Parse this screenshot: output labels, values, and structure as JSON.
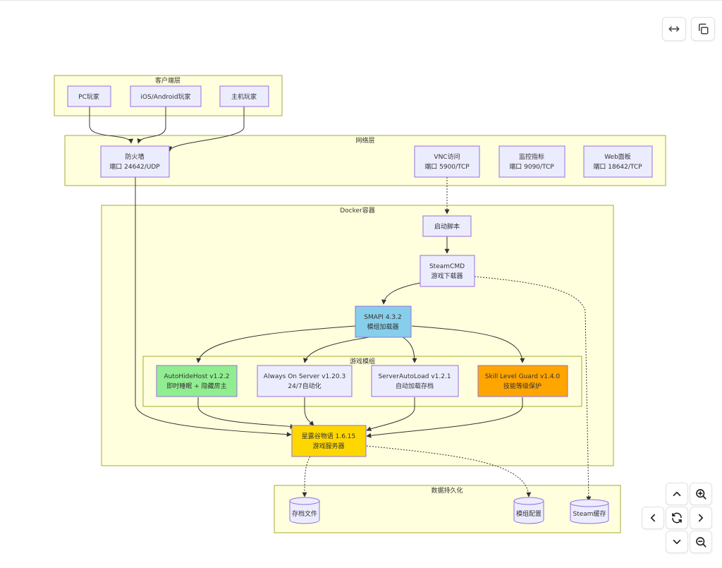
{
  "groups": {
    "client": "客户端层",
    "network": "网络层",
    "docker": "Docker容器",
    "mods": "游戏模组",
    "persistence": "数据持久化"
  },
  "nodes": {
    "pc_player": [
      "PC玩家"
    ],
    "mobile_player": [
      "iOS/Android玩家"
    ],
    "console_player": [
      "主机玩家"
    ],
    "firewall": [
      "防火墙",
      "端口 24642/UDP"
    ],
    "vnc": [
      "VNC访问",
      "端口 5900/TCP"
    ],
    "metrics": [
      "监控指标",
      "端口 9090/TCP"
    ],
    "web_panel": [
      "Web面板",
      "端口 18642/TCP"
    ],
    "startup_script": [
      "启动脚本"
    ],
    "steamcmd": [
      "SteamCMD",
      "游戏下载器"
    ],
    "smapi": [
      "SMAPI 4.3.2",
      "模组加载器"
    ],
    "autohidehost": [
      "AutoHideHost v1.2.2",
      "即时睡眠 + 隐藏房主"
    ],
    "always_on": [
      "Always On Server v1.20.3",
      "24/7自动化"
    ],
    "server_autoload": [
      "ServerAutoLoad v1.2.1",
      "自动加载存档"
    ],
    "skill_guard": [
      "Skill Level Guard v1.4.0",
      "技能等级保护"
    ],
    "game_server": [
      "星露谷物语 1.6.15",
      "游戏服务器"
    ],
    "save_files": [
      "存档文件"
    ],
    "mod_config": [
      "模组配置"
    ],
    "steam_cache": [
      "Steam缓存"
    ]
  },
  "colors": {
    "node_default": "#ECECFF",
    "node_border": "#9370DB",
    "cluster_fill": "#FFFFDE",
    "cluster_border": "#AAAA33",
    "smapi": "#87CEEB",
    "autohidehost": "#90EE90",
    "skill_guard": "#FFA500",
    "game_server": "#FFD700",
    "edge": "#333333"
  },
  "controls": {
    "fullscreen_icon": "expand-horizontal-icon",
    "copy_icon": "copy-icon",
    "pan_up_icon": "chevron-up-icon",
    "zoom_in_icon": "zoom-in-icon",
    "pan_left_icon": "chevron-left-icon",
    "reset_icon": "refresh-icon",
    "pan_right_icon": "chevron-right-icon",
    "pan_down_icon": "chevron-down-icon",
    "zoom_out_icon": "zoom-out-icon"
  }
}
